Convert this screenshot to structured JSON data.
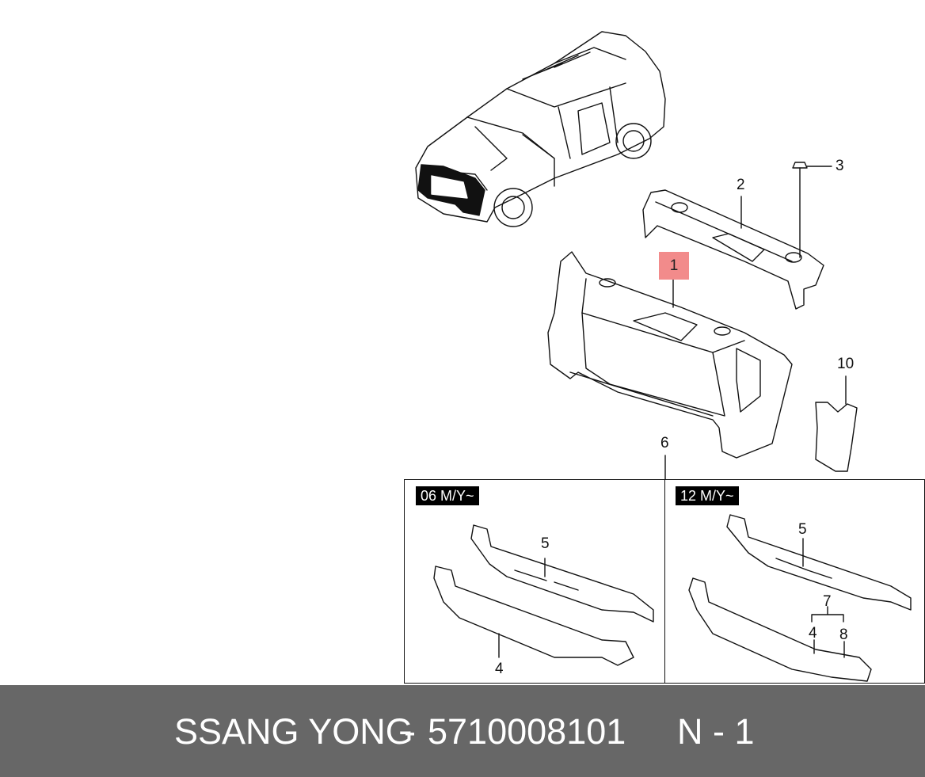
{
  "callouts": {
    "c1": "1",
    "c2": "2",
    "c3": "3",
    "c4a": "4",
    "c4b": "4",
    "c5a": "5",
    "c5b": "5",
    "c6": "6",
    "c7": "7",
    "c8": "8",
    "c10": "10"
  },
  "variants": {
    "left_tag": "06 M/Y~",
    "right_tag": "12 M/Y~"
  },
  "footer": {
    "brand": "SSANG YONG",
    "separator": "-",
    "part_number": "5710008101",
    "page_ref": "N - 1"
  },
  "colors": {
    "highlight": "#f28b8b",
    "footer_bg": "#676767",
    "line": "#111111"
  }
}
